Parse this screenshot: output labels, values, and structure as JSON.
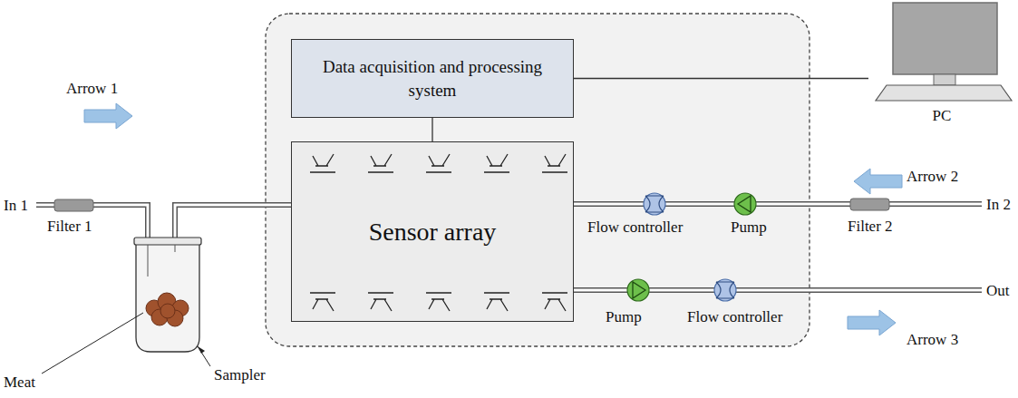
{
  "diagram": {
    "nodes": [
      {
        "text": [
          "Data acquisition and processing system"
        ]
      },
      {
        "text": [
          "Sensor array"
        ]
      },
      {
        "text": [
          "PC"
        ]
      }
    ],
    "edges": [
      {
        "from": 0,
        "to": 1,
        "arrow": "none"
      },
      {
        "from": 0,
        "to": 2,
        "arrow": "none"
      }
    ],
    "labels": [
      "Arrow 1",
      "In 1",
      "Filter 1",
      "Meat",
      "Sampler",
      "Flow controller",
      "Pump",
      "Arrow 2",
      "Filter 2",
      "In 2",
      "Pump",
      "Flow controller",
      "Out",
      "Arrow 3"
    ]
  }
}
